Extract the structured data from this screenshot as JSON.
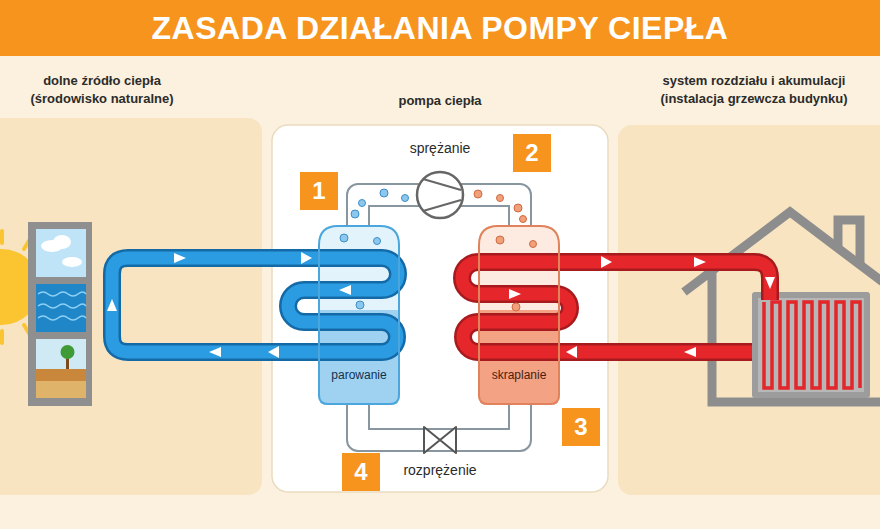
{
  "diagram": {
    "title": "ZASADA DZIAŁANIA POMPY CIEPŁA",
    "nodes": [
      {
        "text": [
          "dolne źródło ciepła (środowisko naturalne)"
        ]
      },
      {
        "text": [
          "pompa ciepła"
        ]
      },
      {
        "text": [
          "parowanie"
        ],
        "in": 1
      },
      {
        "text": [
          "skraplanie"
        ],
        "in": 1
      },
      {
        "text": [
          "system rozdziału i akumulacji (instalacja grzewcza budynku)"
        ]
      }
    ],
    "edges": [
      {
        "from": 0,
        "to": 2,
        "arrow": "to"
      },
      {
        "from": 2,
        "to": 0,
        "arrow": "to"
      },
      {
        "from": 2,
        "to": 3,
        "label": "sprężanie",
        "arrow": "none"
      },
      {
        "from": 3,
        "to": 2,
        "label": "rozprężenie",
        "arrow": "none"
      },
      {
        "from": 3,
        "to": 4,
        "arrow": "to"
      },
      {
        "from": 4,
        "to": 3,
        "arrow": "to"
      }
    ],
    "labels": [
      "1",
      "2",
      "3",
      "4"
    ]
  }
}
